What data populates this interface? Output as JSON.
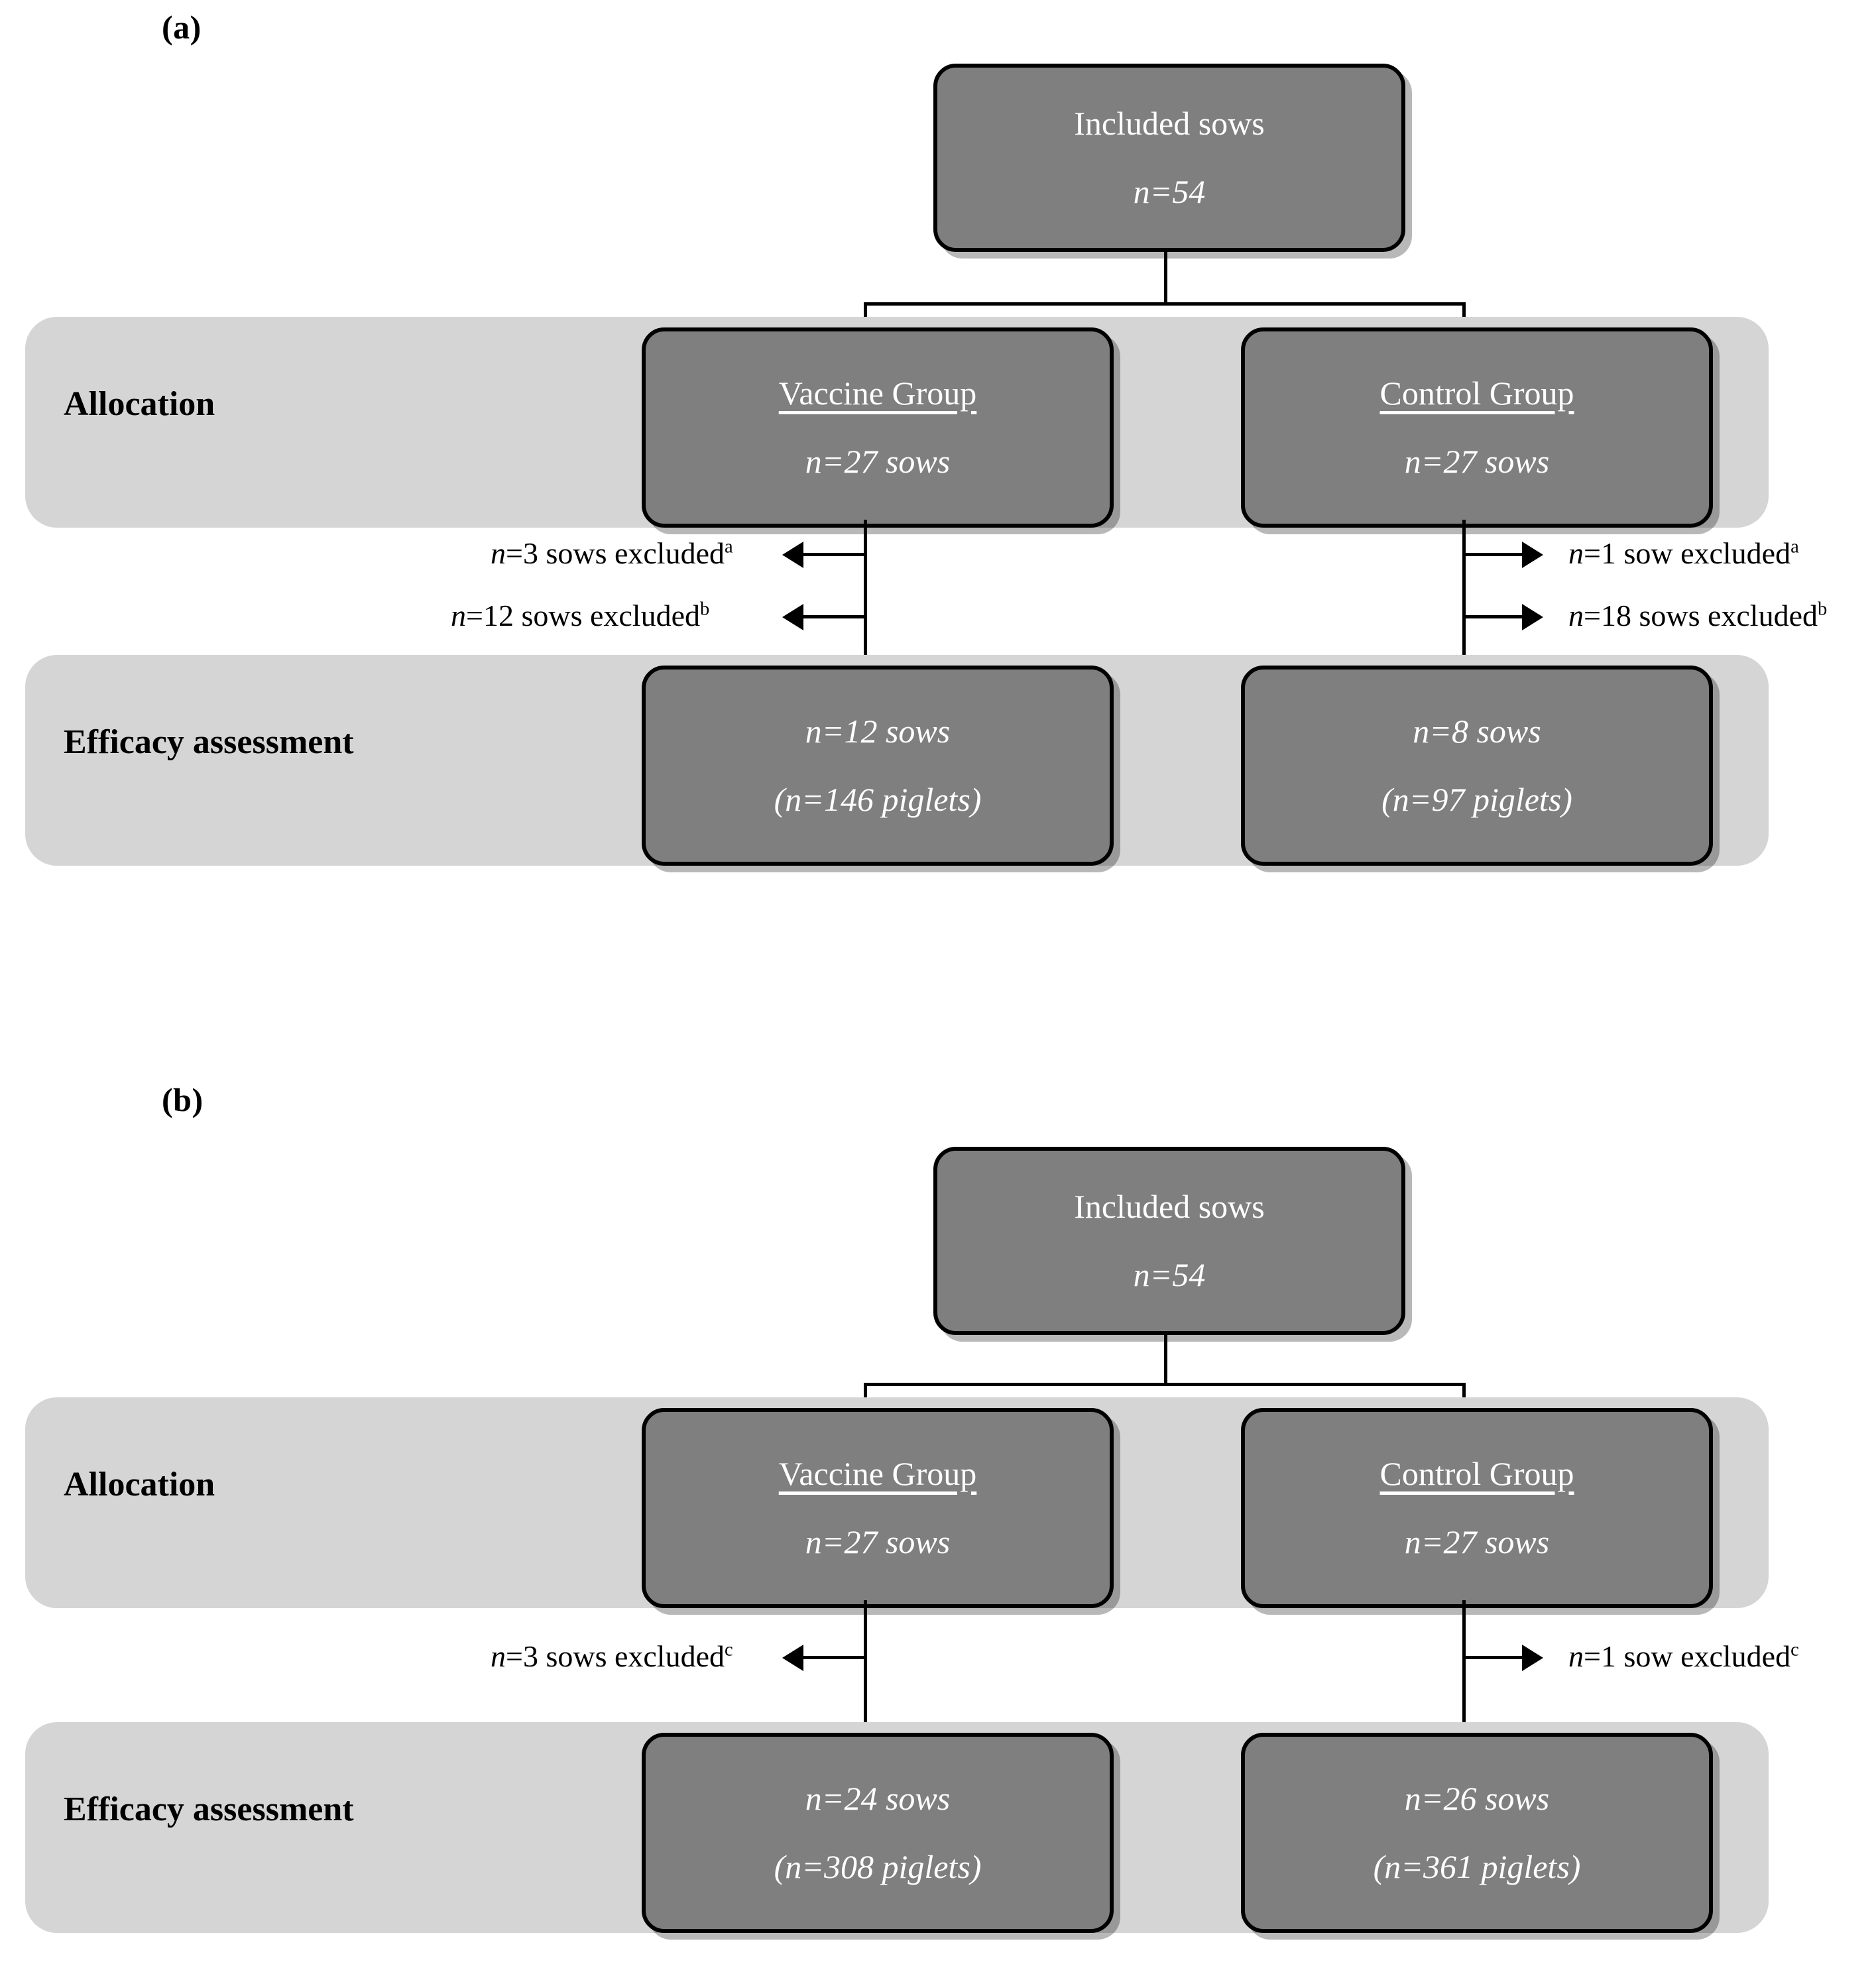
{
  "figure": {
    "type": "consort-flow-diagram",
    "panels": [
      {
        "label": "(a)",
        "top_node": {
          "title": "Included sows",
          "count": "n=54"
        },
        "stages": [
          {
            "name": "Allocation"
          },
          {
            "name": "Efficacy assessment"
          }
        ],
        "allocation": {
          "vaccine": {
            "title": "Vaccine Group",
            "count": "n=27 sows"
          },
          "control": {
            "title": "Control Group",
            "count": "n=27 sows"
          }
        },
        "exclusions": {
          "left": [
            {
              "text": "n=3 sows excluded",
              "marker": "a"
            },
            {
              "text": "n=12 sows excluded",
              "marker": "b"
            }
          ],
          "right": [
            {
              "text": "n=1 sow excluded",
              "marker": "a"
            },
            {
              "text": "n=18 sows excluded",
              "marker": "b"
            }
          ]
        },
        "efficacy": {
          "vaccine": {
            "sows": "n=12 sows",
            "piglets": "(n=146 piglets)"
          },
          "control": {
            "sows": "n=8 sows",
            "piglets": "(n=97 piglets)"
          }
        }
      },
      {
        "label": "(b)",
        "top_node": {
          "title": "Included sows",
          "count": "n=54"
        },
        "stages": [
          {
            "name": "Allocation"
          },
          {
            "name": "Efficacy assessment"
          }
        ],
        "allocation": {
          "vaccine": {
            "title": "Vaccine Group",
            "count": "n=27 sows"
          },
          "control": {
            "title": "Control Group",
            "count": "n=27 sows"
          }
        },
        "exclusions": {
          "left": [
            {
              "text": "n=3 sows excluded",
              "marker": "c"
            }
          ],
          "right": [
            {
              "text": "n=1 sow excluded",
              "marker": "c"
            }
          ]
        },
        "efficacy": {
          "vaccine": {
            "sows": "n=24 sows",
            "piglets": "(n=308 piglets)"
          },
          "control": {
            "sows": "n=26 sows",
            "piglets": "(n=361 piglets)"
          }
        }
      }
    ],
    "colors": {
      "band": "#d5d5d5",
      "node_fill": "#7f7f7f",
      "node_border": "#000000",
      "node_text": "#ffffff",
      "page_background": "#ffffff",
      "connector": "#000000"
    }
  }
}
